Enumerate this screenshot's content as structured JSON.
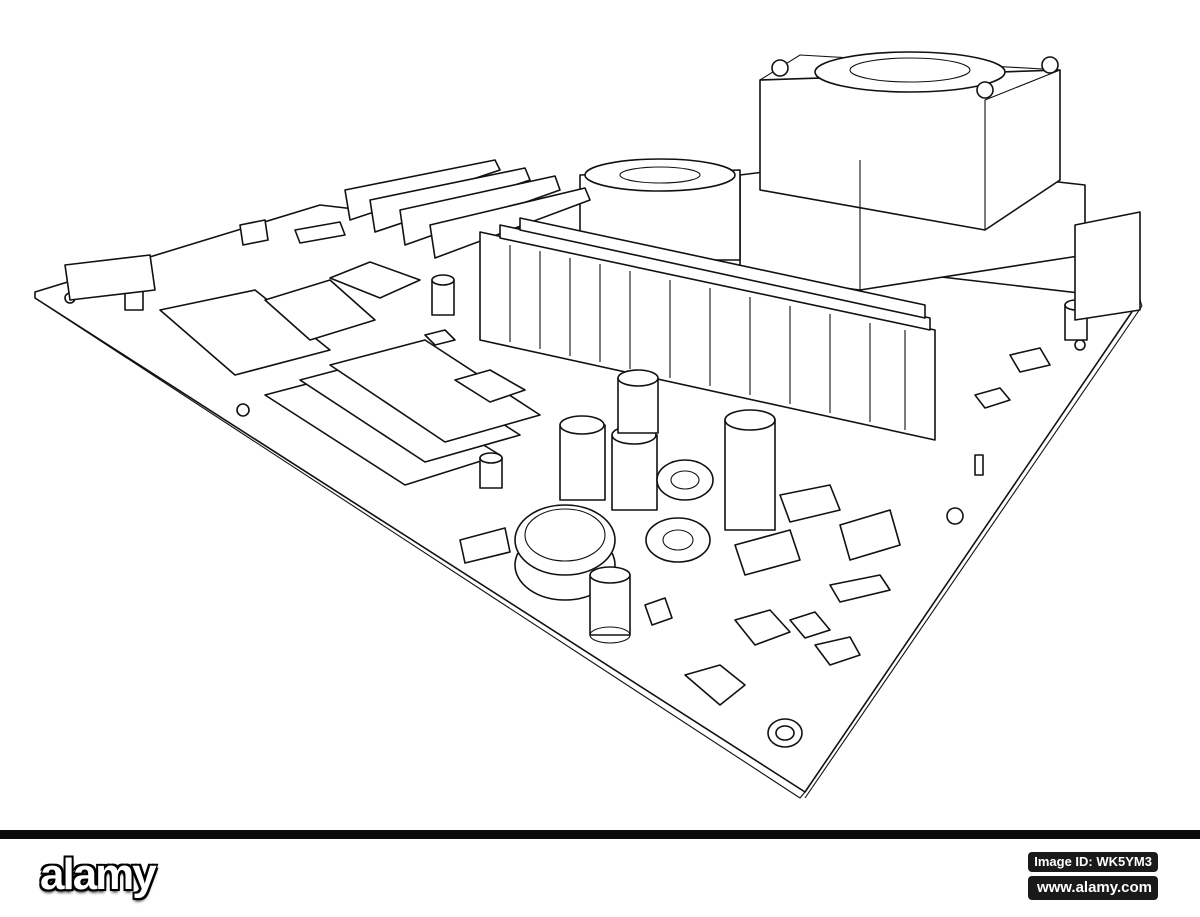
{
  "watermark": {
    "logo_text": "alamy",
    "image_id": "Image ID: WK5YM3",
    "url": "www.alamy.com"
  },
  "colors": {
    "line": "#111111",
    "background": "#ffffff",
    "footer_bar": "#0b0b0b"
  },
  "illustration": {
    "subject": "motherboard-line-drawing"
  }
}
